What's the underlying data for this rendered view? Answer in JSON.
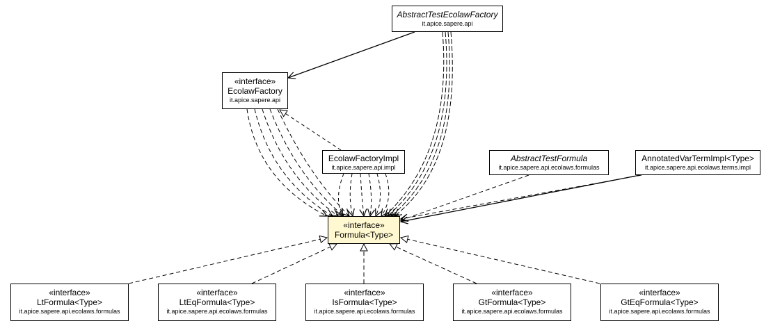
{
  "nodes": {
    "abstract_test_ecolaw_factory": {
      "name": "AbstractTestEcolawFactory",
      "package": "it.apice.sapere.api"
    },
    "ecolaw_factory": {
      "stereotype": "«interface»",
      "name": "EcolawFactory",
      "package": "it.apice.sapere.api"
    },
    "ecolaw_factory_impl": {
      "name": "EcolawFactoryImpl",
      "package": "it.apice.sapere.api.impl"
    },
    "abstract_test_formula": {
      "name": "AbstractTestFormula",
      "package": "it.apice.sapere.api.ecolaws.formulas"
    },
    "annotated_var_term_impl": {
      "name": "AnnotatedVarTermImpl<Type>",
      "package": "it.apice.sapere.api.ecolaws.terms.impl"
    },
    "formula": {
      "stereotype": "«interface»",
      "name": "Formula<Type>"
    },
    "lt_formula": {
      "stereotype": "«interface»",
      "name": "LtFormula<Type>",
      "package": "it.apice.sapere.api.ecolaws.formulas"
    },
    "lteq_formula": {
      "stereotype": "«interface»",
      "name": "LtEqFormula<Type>",
      "package": "it.apice.sapere.api.ecolaws.formulas"
    },
    "is_formula": {
      "stereotype": "«interface»",
      "name": "IsFormula<Type>",
      "package": "it.apice.sapere.api.ecolaws.formulas"
    },
    "gt_formula": {
      "stereotype": "«interface»",
      "name": "GtFormula<Type>",
      "package": "it.apice.sapere.api.ecolaws.formulas"
    },
    "gteq_formula": {
      "stereotype": "«interface»",
      "name": "GtEqFormula<Type>",
      "package": "it.apice.sapere.api.ecolaws.formulas"
    }
  },
  "colors": {
    "focus_fill": "#fff8d0",
    "line": "#000000",
    "box_fill": "#ffffff"
  }
}
